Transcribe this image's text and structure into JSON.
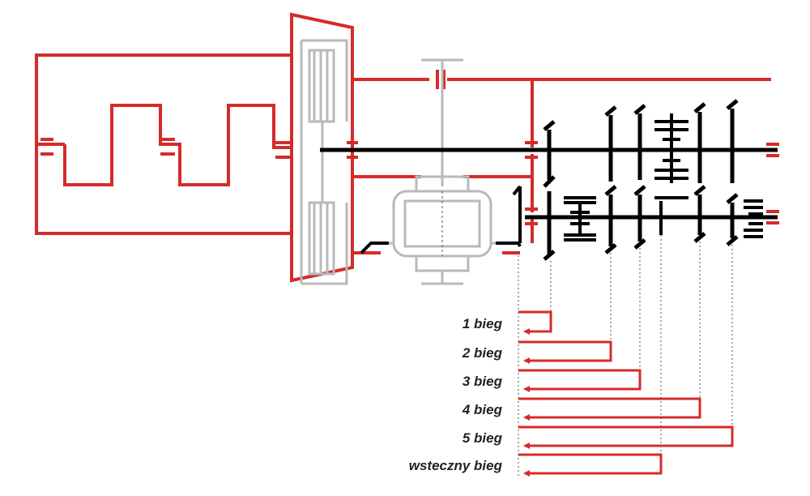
{
  "colors": {
    "housing": "#d42b2b",
    "shaft": "#000000",
    "gear": "#000000",
    "clutch": "#b9b9b9",
    "arrow": "#d42b2b",
    "guide": "#555555",
    "text": "#222222"
  },
  "gear_paths": [
    {
      "label": "1 bieg"
    },
    {
      "label": "2 bieg"
    },
    {
      "label": "3 bieg"
    },
    {
      "label": "4 bieg"
    },
    {
      "label": "5 bieg"
    },
    {
      "label": "wsteczny bieg"
    }
  ]
}
